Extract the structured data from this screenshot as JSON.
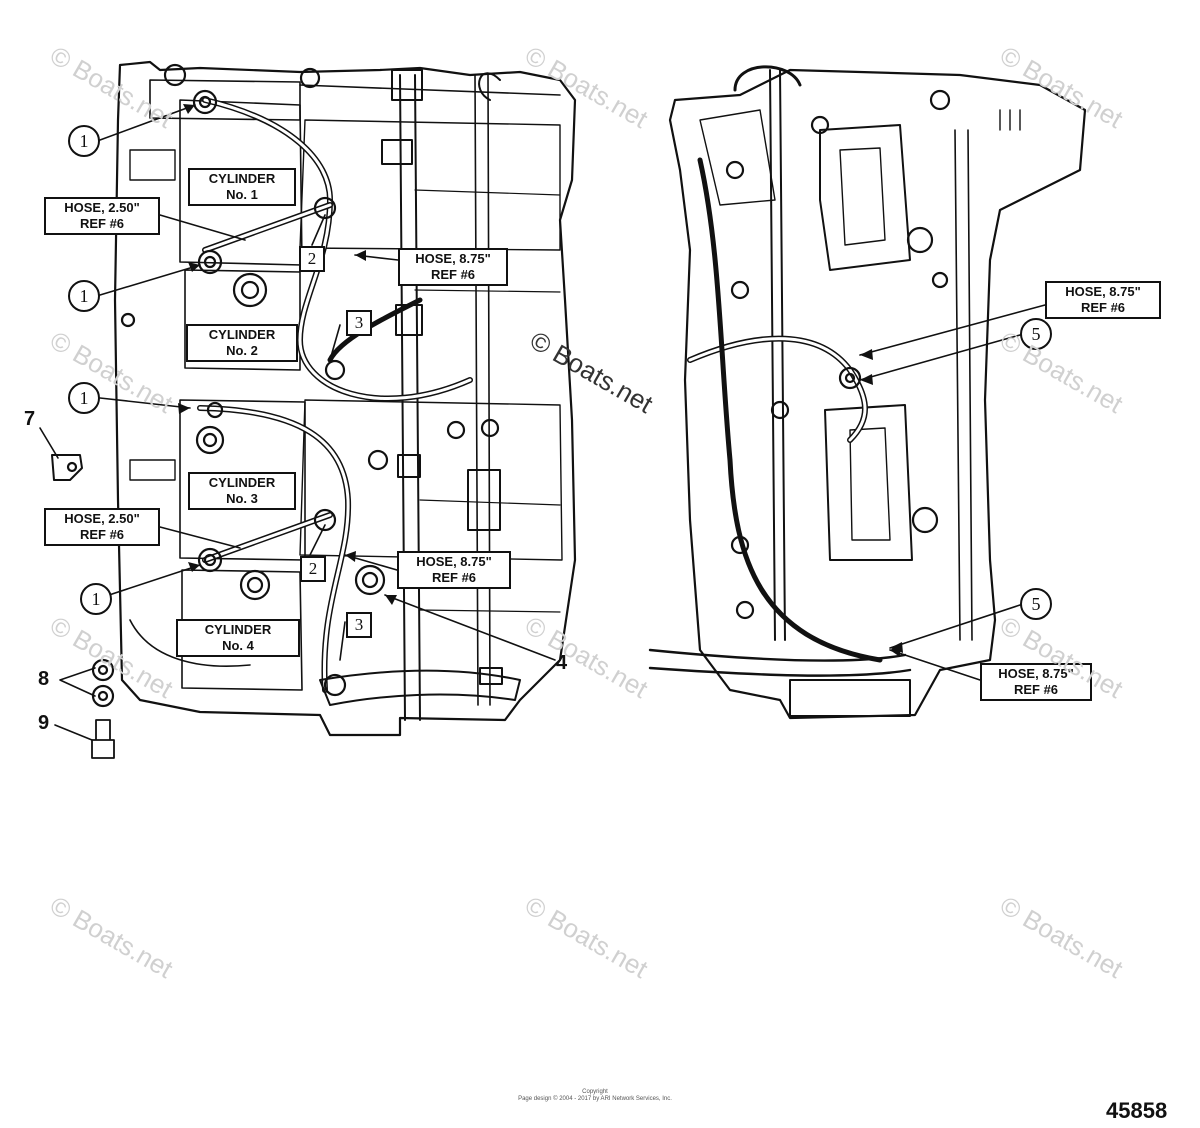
{
  "labels": {
    "cyl1": [
      "CYLINDER",
      "No. 1"
    ],
    "cyl2": [
      "CYLINDER",
      "No. 2"
    ],
    "cyl3": [
      "CYLINDER",
      "No. 3"
    ],
    "cyl4": [
      "CYLINDER",
      "No. 4"
    ],
    "hose_250_a": [
      "HOSE,  2.50\"",
      "REF #6"
    ],
    "hose_250_b": [
      "HOSE,  2.50\"",
      "REF #6"
    ],
    "hose_875_a": [
      "HOSE,  8.75\"",
      "REF #6"
    ],
    "hose_875_b": [
      "HOSE,  8.75\"",
      "REF #6"
    ],
    "hose_875_c": [
      "HOSE,  8.75\"",
      "REF #6"
    ],
    "hose_875_d": [
      "HOSE,  8.75\"",
      "REF #6"
    ]
  },
  "callouts": {
    "c1a": "1",
    "c1b": "1",
    "c1c": "1",
    "c1d": "1",
    "c5a": "5",
    "c5b": "5"
  },
  "squares": {
    "s2a": "2",
    "s3a": "3",
    "s2b": "2",
    "s3b": "3"
  },
  "part_numbers": {
    "p4": "4",
    "p7": "7",
    "p8": "8",
    "p9": "9"
  },
  "watermark": "© Boats.net",
  "figure_number": "45858",
  "copyright": [
    "Copyright",
    "Page design © 2004 - 2017 by ARI Network Services, Inc."
  ]
}
